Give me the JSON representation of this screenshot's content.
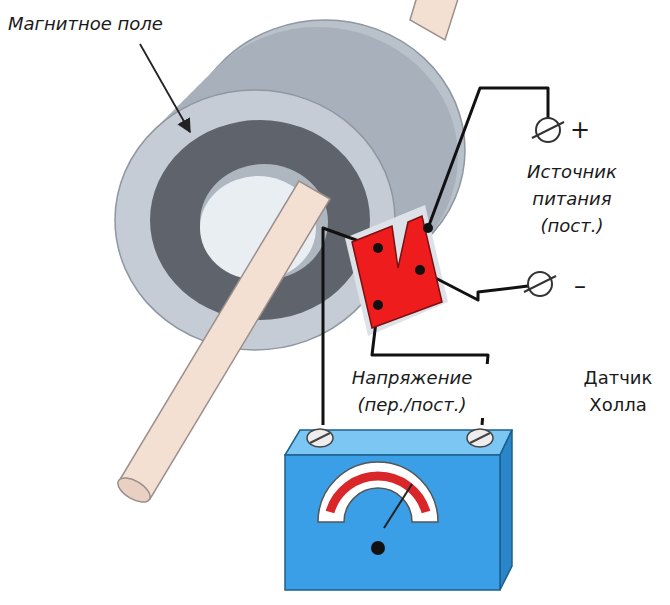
{
  "diagram": {
    "labels": [
      "Магнитное поле",
      "+",
      "Источник питания (пост.)",
      "–",
      "Напряжение (пер./пост.)",
      "Датчик Холла"
    ]
  }
}
